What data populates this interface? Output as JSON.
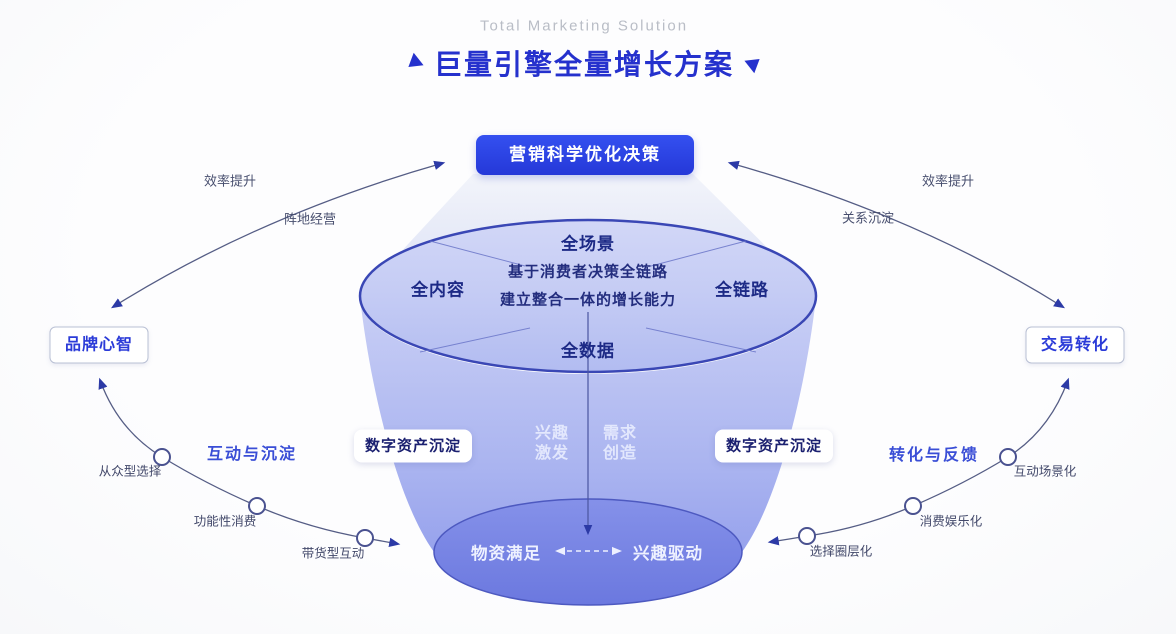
{
  "header": {
    "subtitle": "Total Marketing Solution",
    "title": "巨量引擎全量增长方案"
  },
  "top_button": {
    "label": "营销科学优化决策"
  },
  "ellipse": {
    "top": "全场景",
    "left": "全内容",
    "right": "全链路",
    "bottom": "全数据",
    "center_line1": "基于消费者决策全链路",
    "center_line2": "建立整合一体的增长能力"
  },
  "side_boxes": {
    "left": "品牌心智",
    "right": "交易转化"
  },
  "top_curves": {
    "left": {
      "above": "效率提升",
      "below": "阵地经营"
    },
    "right": {
      "above": "效率提升",
      "below": "关系沉淀"
    }
  },
  "bottom_curves": {
    "left": {
      "title": "互动与沉淀",
      "badge": "数字资产沉淀",
      "stops": [
        "从众型选择",
        "功能性消费",
        "带货型互动"
      ]
    },
    "right": {
      "title": "转化与反馈",
      "badge": "数字资产沉淀",
      "stops": [
        "互动场景化",
        "消费娱乐化",
        "选择圈层化"
      ]
    }
  },
  "funnel": {
    "left_text_line1": "兴趣",
    "left_text_line2": "激发",
    "right_text_line1": "需求",
    "right_text_line2": "创造",
    "bottom_left": "物资满足",
    "bottom_right": "兴趣驱动"
  },
  "colors": {
    "title_blue": "#2531cd",
    "subtitle_gray": "#b9bdc6",
    "button_bg": "#2b41e8",
    "funnel_light": "#c9cef5",
    "funnel_dark": "#6f7ce2",
    "ellipse_stroke": "#3a47b5",
    "navy_text": "#1d2a86",
    "flow_label_blue": "#3a4ed6",
    "badge_text_navy": "#1b2070",
    "curve_stroke": "#555d85",
    "arrowhead_blue": "#2c3aa6"
  }
}
